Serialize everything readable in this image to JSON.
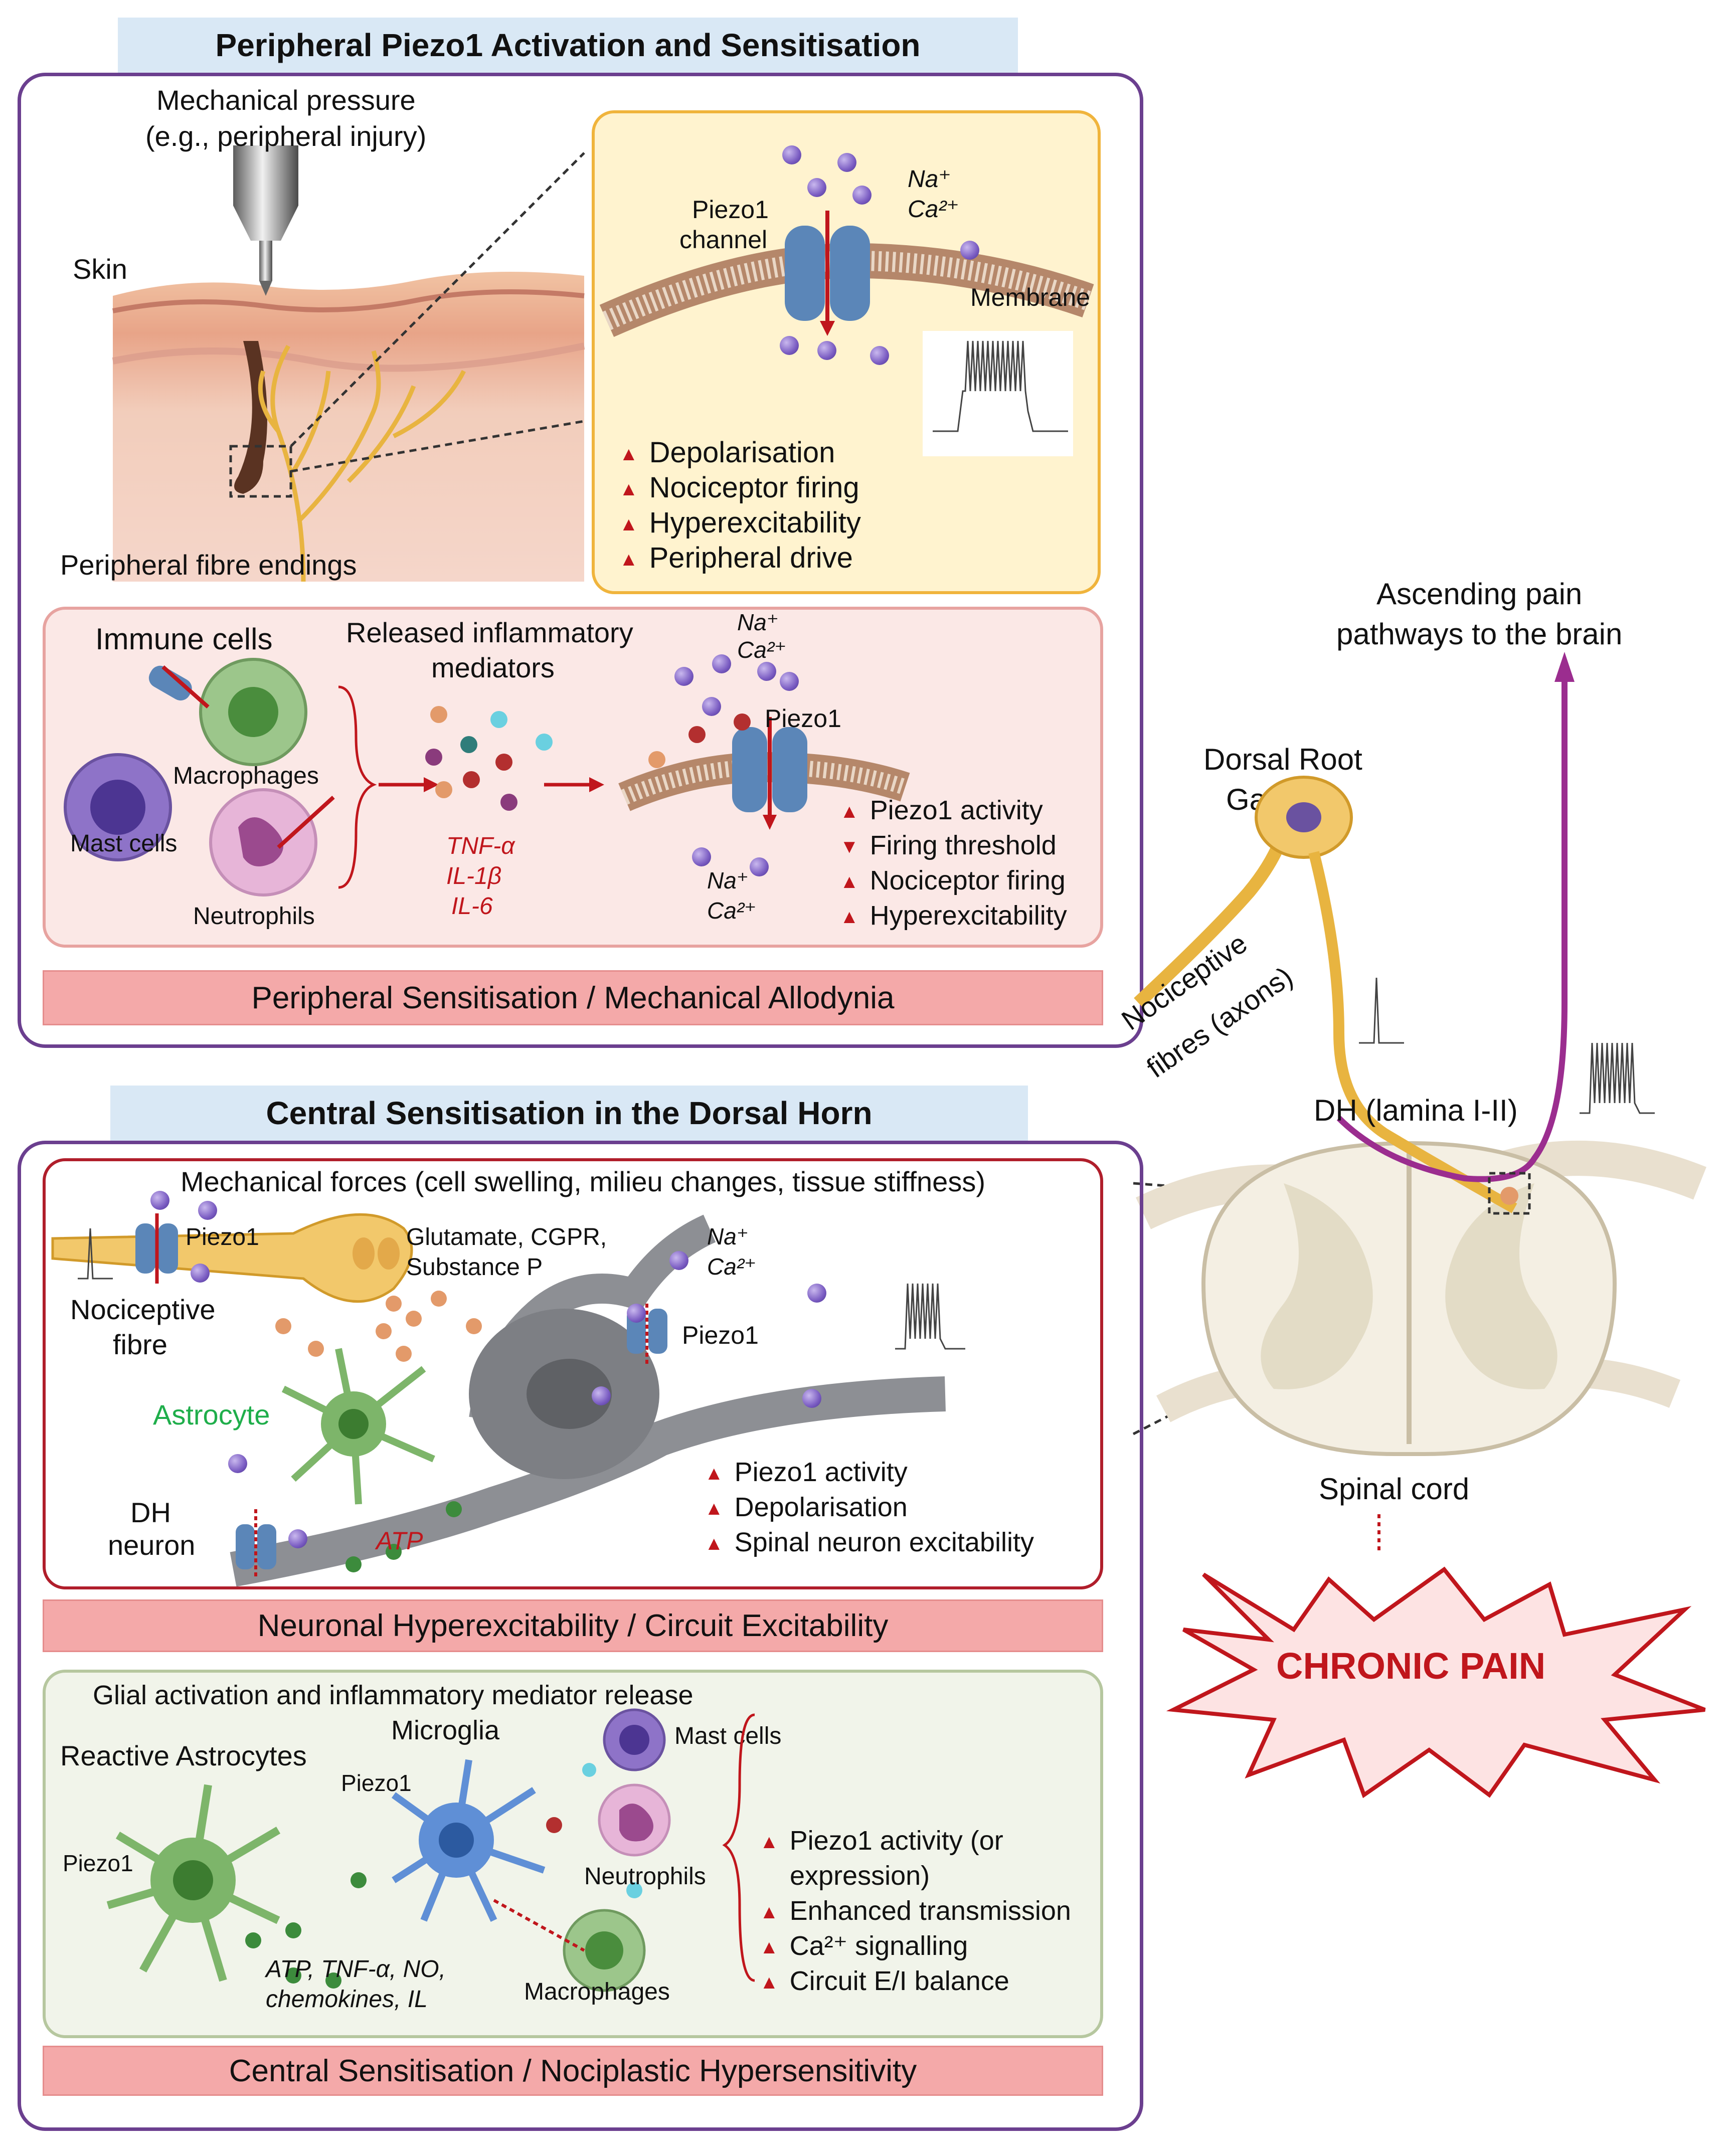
{
  "peripheral": {
    "header": "Peripheral Piezo1 Activation and Sensitisation",
    "mechanical_pressure": "Mechanical pressure",
    "mechanical_pressure_sub": "(e.g., peripheral injury)",
    "skin": "Skin",
    "fibre_endings": "Peripheral fibre endings",
    "channel_label_1": "Piezo1",
    "channel_label_2": "channel",
    "membrane": "Membrane",
    "ion_na": "Na⁺",
    "ion_ca": "Ca²⁺",
    "effects": [
      "Depolarisation",
      "Nociceptor firing",
      "Hyperexcitability",
      "Peripheral drive"
    ],
    "immune_title": "Immune  cells",
    "released_1": "Released inflammatory",
    "released_2": "mediators",
    "macrophages": "Macrophages",
    "mast_cells": "Mast cells",
    "neutrophils": "Neutrophils",
    "cytokines": [
      "TNF-α",
      "IL-1β",
      "IL-6"
    ],
    "piezo1": "Piezo1",
    "effects2": [
      {
        "dir": "up",
        "text": "Piezo1 activity"
      },
      {
        "dir": "down",
        "text": "Firing threshold"
      },
      {
        "dir": "up",
        "text": "Nociceptor firing"
      },
      {
        "dir": "up",
        "text": "Hyperexcitability"
      }
    ],
    "outcome": "Peripheral Sensitisation / Mechanical Allodynia"
  },
  "right": {
    "ascending_1": "Ascending  pain",
    "ascending_2": "pathways to the brain",
    "drg_1": "Dorsal Root",
    "drg_2": "Ganglion",
    "fibres_1": "Nociceptive",
    "fibres_2": "fibres (axons)",
    "dh_lamina": "DH  (lamina  I-II)",
    "spinal_cord": "Spinal cord",
    "chronic_pain": "CHRONIC PAIN"
  },
  "central": {
    "header": "Central Sensitisation in the Dorsal Horn",
    "forces": "Mechanical forces (cell swelling, milieu changes, tissue stiffness)",
    "piezo1": "Piezo1",
    "transmitters_1": "Glutamate,  CGPR,",
    "transmitters_2": "Substance  P",
    "ion_na": "Na⁺",
    "ion_ca": "Ca²⁺",
    "noci_fibre_1": "Nociceptive",
    "noci_fibre_2": "fibre",
    "astrocyte": "Astrocyte",
    "dh_neuron_1": "DH",
    "dh_neuron_2": "neuron",
    "atp": "ATP",
    "effects": [
      "Piezo1 activity",
      "Depolarisation",
      "Spinal neuron excitability"
    ],
    "outcome1": "Neuronal  Hyperexcitability / Circuit  Excitability",
    "glial_title": "Glial activation and inflammatory mediator release",
    "microglia": "Microglia",
    "reactive_astrocytes": "Reactive Astrocytes",
    "mast_cells": "Mast cells",
    "neutrophils": "Neutrophils",
    "macrophages": "Macrophages",
    "mediators_1": "ATP,  TNF-α,  NO,",
    "mediators_2": "chemokines,  IL",
    "effects2_1": "Piezo1 activity (or",
    "effects2_1b": "expression)",
    "effects2_2": "Enhanced transmission",
    "effects2_3": "Ca²⁺ signalling",
    "effects2_4": "Circuit E/I balance",
    "outcome2": "Central Sensitisation / Nociplastic Hypersensitivity"
  },
  "colors": {
    "panel_border": "#6b3f8f",
    "header_bg": "#d9e8f5",
    "outcome_bar": "#f4a9a9",
    "arrow_red": "#c0161c",
    "membrane": "#b5876a",
    "piezo": "#5b86b8"
  }
}
